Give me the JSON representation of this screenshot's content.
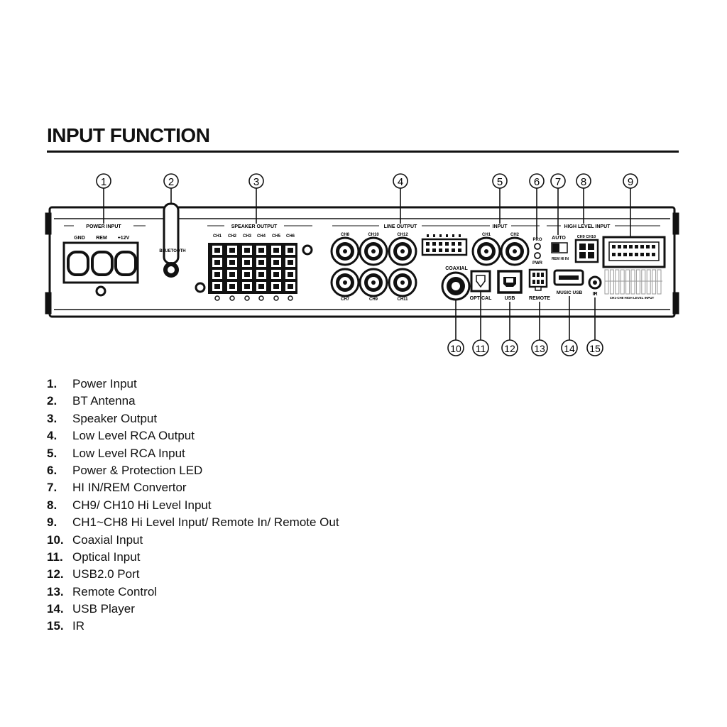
{
  "title": "INPUT FUNCTION",
  "panel_labels": {
    "power_input": "POWER INPUT",
    "gnd": "GND",
    "rem": "REM",
    "plus12v": "+12V",
    "bluetooth": "BLUETOOTH",
    "speaker_output": "SPEAKER OUTPUT",
    "speaker_channels": [
      "CH1",
      "CH2",
      "CH3",
      "CH4",
      "CH5",
      "CH6"
    ],
    "line_output": "LINE OUTPUT",
    "rca_top": [
      "CH8",
      "CH10",
      "CH12"
    ],
    "rca_bottom": [
      "CH7",
      "CH9",
      "CH11"
    ],
    "input": "INPUT",
    "input_channels": [
      "CH1",
      "CH2"
    ],
    "pro": "PRO",
    "pwr": "PWR",
    "auto": "AUTO",
    "auto_sub": "REM  HI IN",
    "high_level_input": "HIGH LEVEL INPUT",
    "ch9_ch10": "CH9 CH10",
    "coaxial": "COAXIAL",
    "optical": "OPTICAL",
    "usb": "USB",
    "remote": "REMOTE",
    "music_usb": "MUSIC USB",
    "ir": "IR",
    "high_level_input_small": "CH1-CH8 HIGH LEVEL INPUT"
  },
  "callouts": {
    "top": [
      "1",
      "2",
      "3",
      "4",
      "5",
      "6",
      "7",
      "8",
      "9"
    ],
    "bottom": [
      "10",
      "11",
      "12",
      "13",
      "14",
      "15"
    ]
  },
  "legend": [
    {
      "num": "1.",
      "text": "Power Input"
    },
    {
      "num": "2.",
      "text": "BT Antenna"
    },
    {
      "num": "3.",
      "text": "Speaker Output"
    },
    {
      "num": "4.",
      "text": "Low Level RCA Output"
    },
    {
      "num": "5.",
      "text": "Low Level RCA Input"
    },
    {
      "num": "6.",
      "text": "Power & Protection LED"
    },
    {
      "num": "7.",
      "text": "HI IN/REM Convertor"
    },
    {
      "num": "8.",
      "text": "CH9/ CH10 Hi Level Input"
    },
    {
      "num": "9.",
      "text": "CH1~CH8 Hi Level Input/ Remote In/ Remote Out"
    },
    {
      "num": "10.",
      "text": "Coaxial Input"
    },
    {
      "num": "11.",
      "text": "Optical Input"
    },
    {
      "num": "12.",
      "text": "USB2.0 Port"
    },
    {
      "num": "13.",
      "text": "Remote Control"
    },
    {
      "num": "14.",
      "text": "USB Player"
    },
    {
      "num": "15.",
      "text": "IR"
    }
  ]
}
